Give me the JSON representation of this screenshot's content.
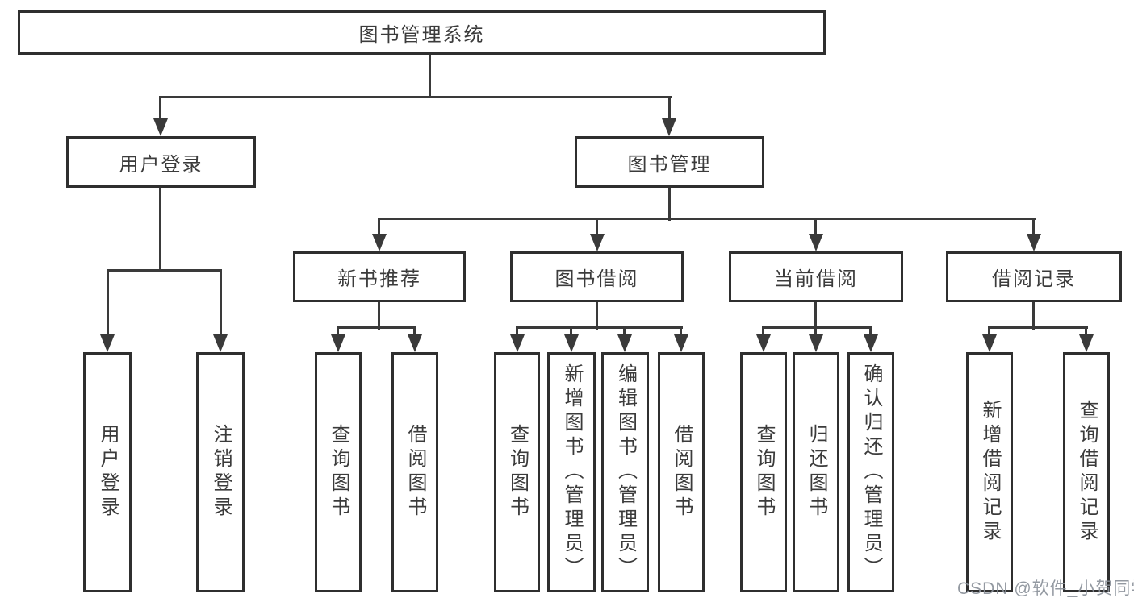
{
  "colors": {
    "background": "#ffffff",
    "line": "#3a3a3a",
    "box_border": "#2f2f2f",
    "text": "#3b3b3b",
    "watermark": "#8a9099"
  },
  "diagram": {
    "type": "tree",
    "title": "图书管理系统",
    "level1": [
      {
        "label": "用户登录"
      },
      {
        "label": "图书管理"
      }
    ],
    "level2": [
      {
        "label": "新书推荐"
      },
      {
        "label": "图书借阅"
      },
      {
        "label": "当前借阅"
      },
      {
        "label": "借阅记录"
      }
    ],
    "leaves": [
      {
        "label": "用户登录"
      },
      {
        "label": "注销登录"
      },
      {
        "label": "查询图书"
      },
      {
        "label": "借阅图书"
      },
      {
        "label": "查询图书"
      },
      {
        "label": "新增图书（管理员）"
      },
      {
        "label": "编辑图书（管理员）"
      },
      {
        "label": "借阅图书"
      },
      {
        "label": "查询图书"
      },
      {
        "label": "归还图书"
      },
      {
        "label": "确认归还（管理员）"
      },
      {
        "label": "新增借阅记录"
      },
      {
        "label": "查询借阅记录"
      }
    ],
    "structure": {
      "图书管理系统": {
        "用户登录": [
          "用户登录",
          "注销登录"
        ],
        "图书管理": {
          "新书推荐": [
            "查询图书",
            "借阅图书"
          ],
          "图书借阅": [
            "查询图书",
            "新增图书（管理员）",
            "编辑图书（管理员）",
            "借阅图书"
          ],
          "当前借阅": [
            "查询图书",
            "归还图书",
            "确认归还（管理员）"
          ],
          "借阅记录": [
            "新增借阅记录",
            "查询借阅记录"
          ]
        }
      }
    }
  },
  "watermark": {
    "text": "CSDN @软件_小贺同学"
  }
}
